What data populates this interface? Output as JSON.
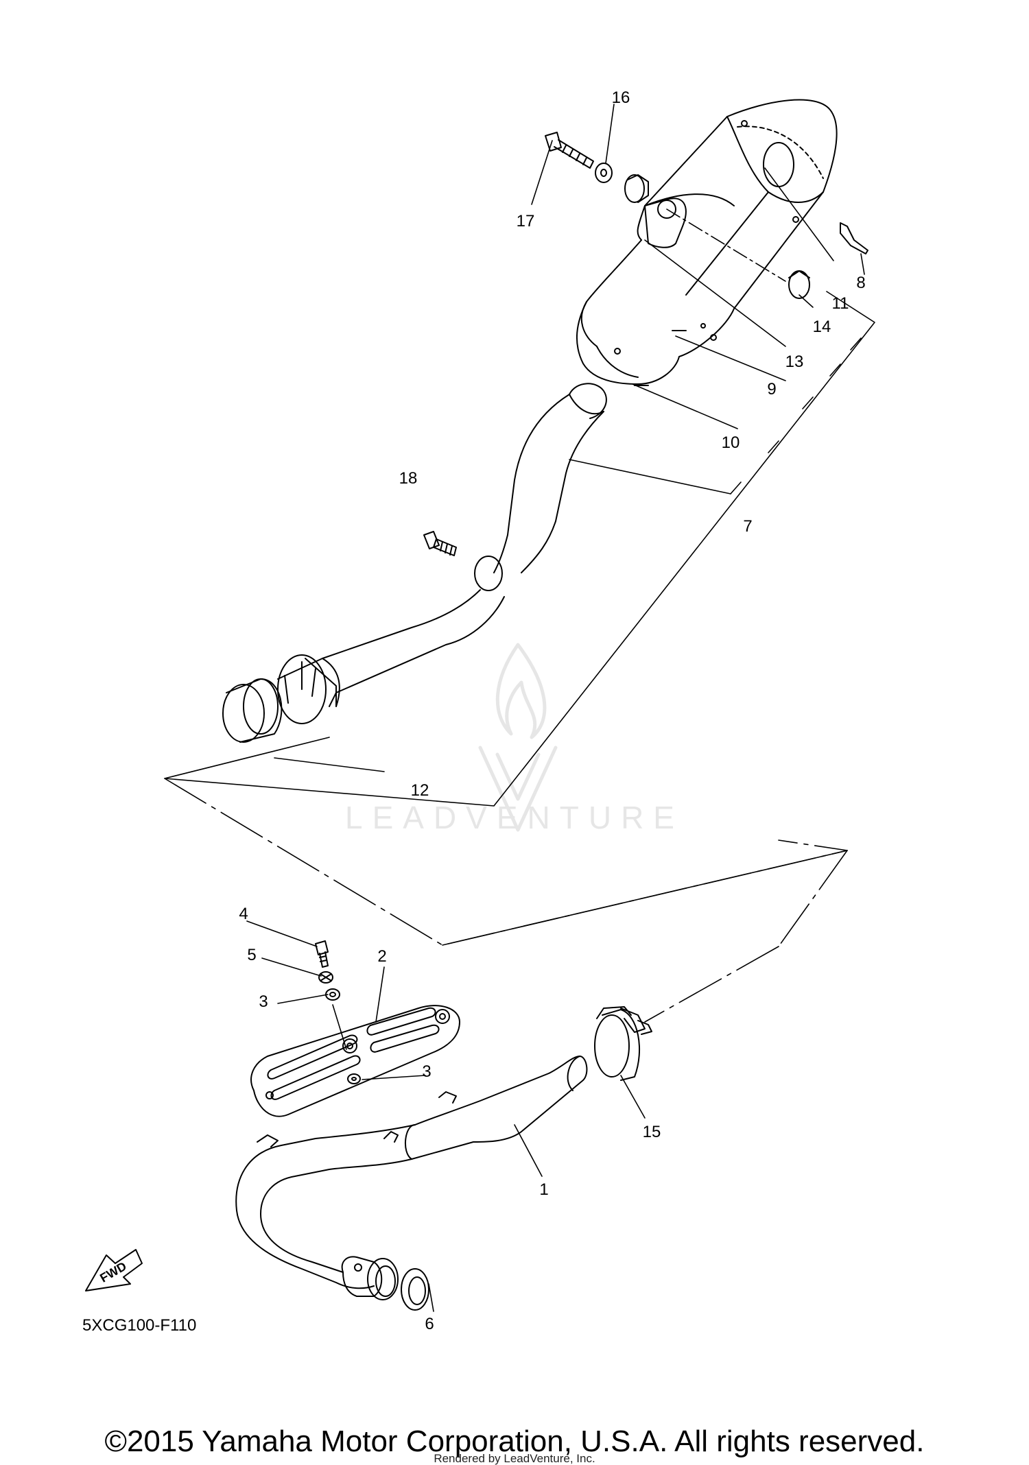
{
  "diagram": {
    "callouts": {
      "c1": "1",
      "c2": "2",
      "c3a": "3",
      "c3b": "3",
      "c4": "4",
      "c5": "5",
      "c6": "6",
      "c7": "7",
      "c8": "8",
      "c9": "9",
      "c10": "10",
      "c11": "11",
      "c12": "12",
      "c13": "13",
      "c14": "14",
      "c15": "15",
      "c16": "16",
      "c17": "17",
      "c18": "18"
    },
    "diagram_code": "5XCG100-F110",
    "fwd_label": "FWD",
    "watermark": "LEADVENTURE"
  },
  "footer": {
    "copyright": "©2015 Yamaha Motor Corporation, U.S.A. All rights reserved.",
    "rendered_by": "Rendered by LeadVenture, Inc."
  },
  "colors": {
    "line": "#000000",
    "watermark": "#e6e6e6"
  }
}
